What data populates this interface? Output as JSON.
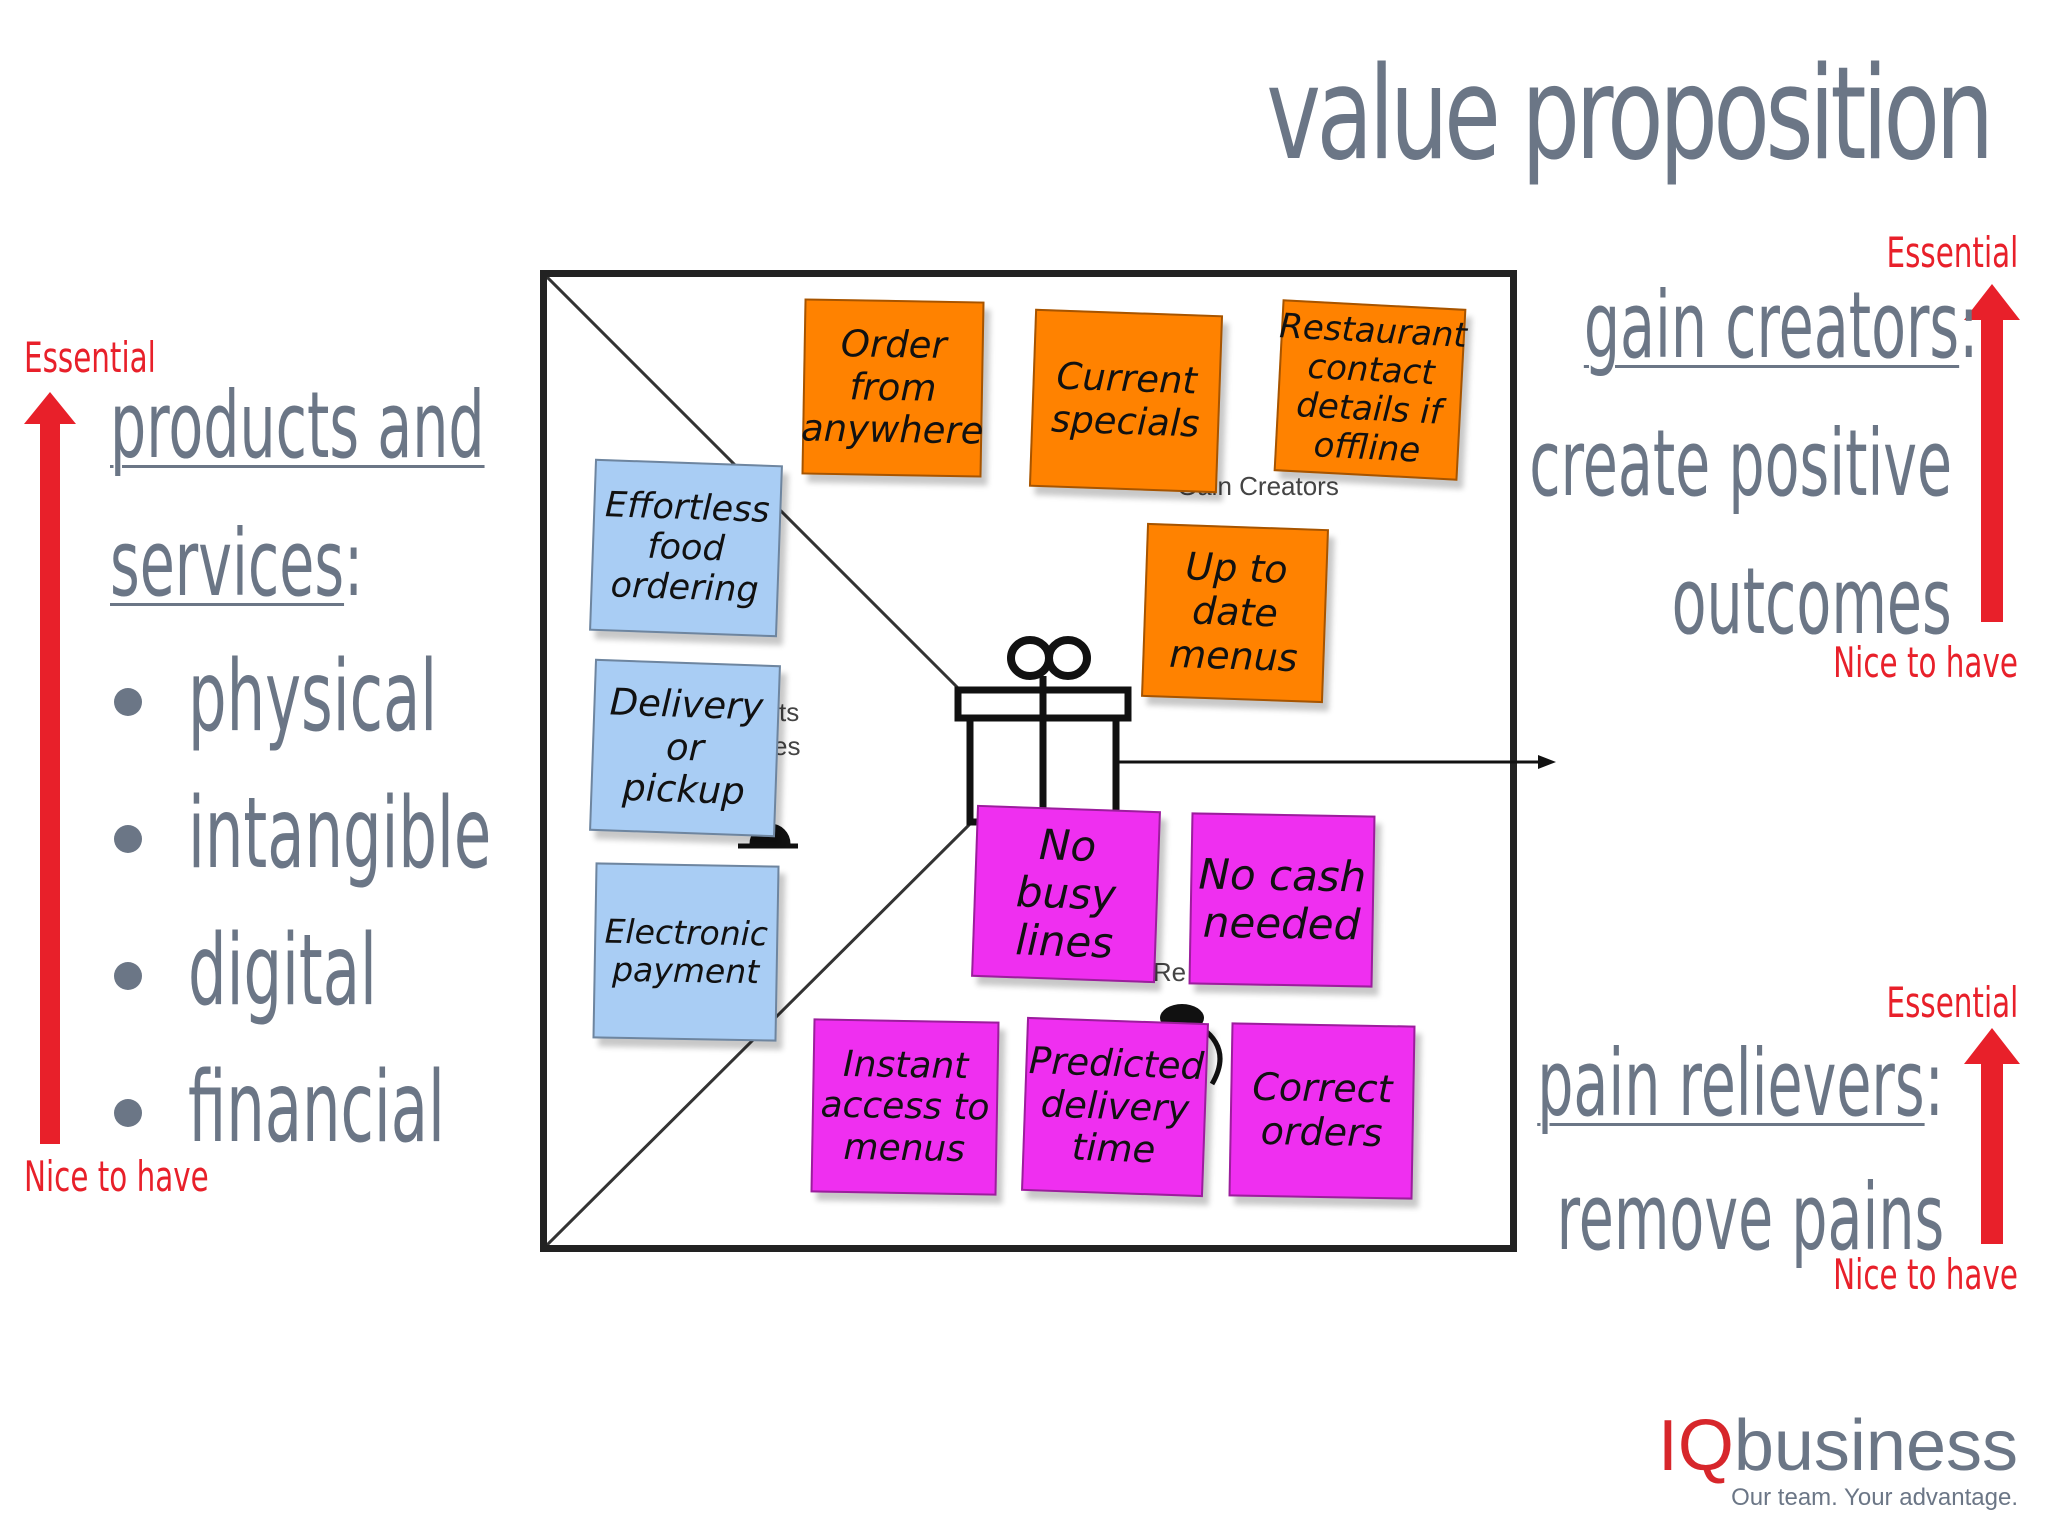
{
  "title": "value proposition",
  "left": {
    "heading_line1": "products and ",
    "heading_line2": "services",
    "heading_colon": ":",
    "bullets": [
      "physical",
      "intangible",
      "digital",
      "financial"
    ],
    "essential": "Essential",
    "nice": "Nice to have"
  },
  "gain": {
    "heading": "gain creators",
    "colon": ":",
    "line1": "create positive",
    "line2": "outcomes",
    "essential": "Essential",
    "nice": "Nice to have"
  },
  "pain": {
    "heading": "pain relievers",
    "colon": ":",
    "line1": "remove pains",
    "essential": "Essential",
    "nice": "Nice to have"
  },
  "canvas": {
    "bg_gain_label": "Gain Creators",
    "bg_products_a": "ts",
    "bg_products_b": "es",
    "bg_pain_label": "r Re",
    "notes_orange": [
      "Order from anywhere",
      "Current specials",
      "Restaurant contact details if offline",
      "Up to date menus"
    ],
    "notes_blue": [
      "Effortless food ordering",
      "Delivery or pickup",
      "Electronic payment"
    ],
    "notes_pink": [
      "No busy lines",
      "No cash needed",
      "Instant access to menus",
      "Predicted delivery time",
      "Correct orders"
    ]
  },
  "colors": {
    "orange": "#ff8200",
    "blue": "#a9cdf4",
    "pink": "#ef2ff0",
    "red": "#e8202a",
    "grey_text": "#6b7686"
  },
  "logo": {
    "iq": "IQ",
    "business": "business",
    "tagline": "Our team. Your advantage."
  }
}
